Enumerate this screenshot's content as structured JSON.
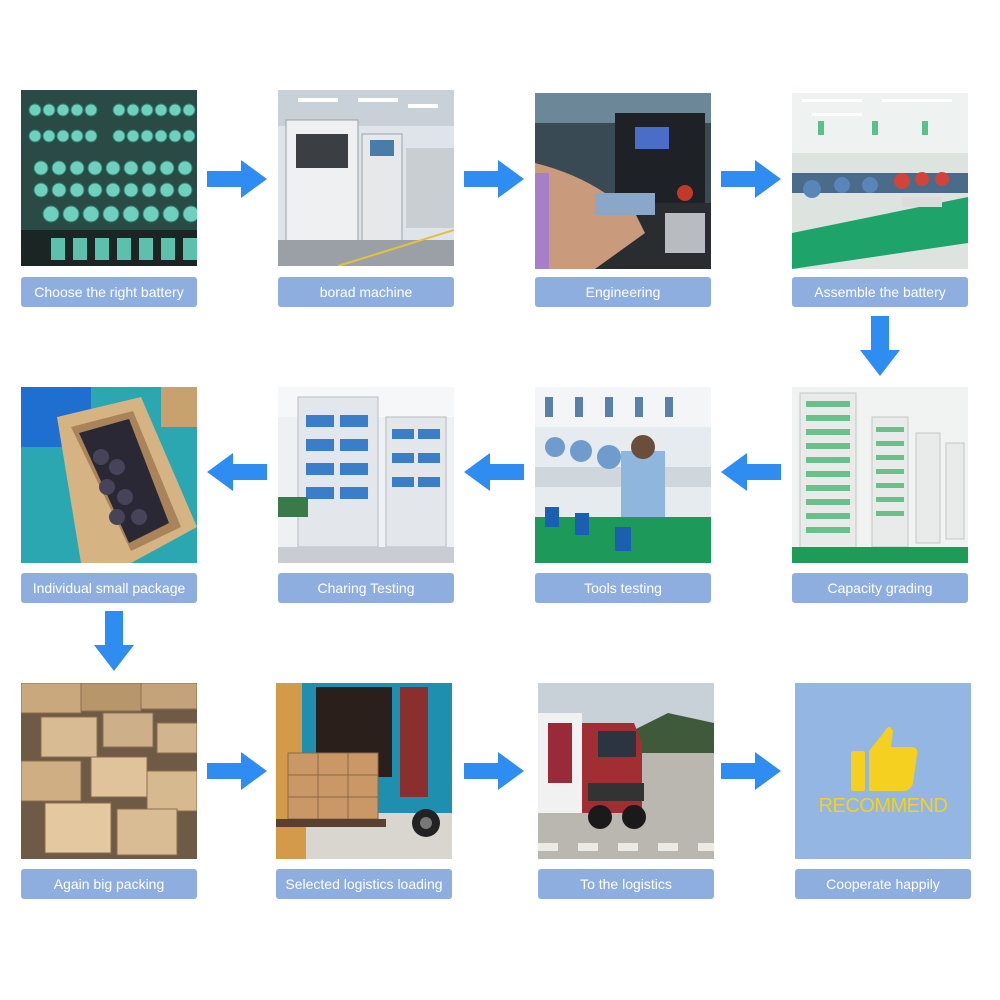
{
  "colors": {
    "label_bg": "#8eaee0",
    "arrow": "#2f8cf0",
    "badge_bg": "#93b6e2",
    "badge_text": "#f5d020"
  },
  "steps": [
    {
      "label": "Choose the right battery",
      "photo": "battery-cells-photo"
    },
    {
      "label": "borad machine",
      "photo": "board-machine-photo"
    },
    {
      "label": "Engineering",
      "photo": "engineering-photo"
    },
    {
      "label": "Assemble the battery",
      "photo": "assembly-line-photo"
    },
    {
      "label": "Capacity grading",
      "photo": "capacity-grading-photo"
    },
    {
      "label": "Tools testing",
      "photo": "tools-testing-photo"
    },
    {
      "label": "Charing Testing",
      "photo": "charging-testing-photo"
    },
    {
      "label": "Individual small package",
      "photo": "small-package-photo"
    },
    {
      "label": "Again big packing",
      "photo": "big-packing-photo"
    },
    {
      "label": "Selected logistics loading",
      "photo": "logistics-loading-photo"
    },
    {
      "label": "To the logistics",
      "photo": "truck-photo"
    },
    {
      "label": "Cooperate happily",
      "photo": "recommend-badge"
    }
  ],
  "badge": {
    "text": "RECOMMEND",
    "icon": "thumbs-up-icon"
  },
  "arrows": [
    "arrow-right-icon",
    "arrow-down-icon",
    "arrow-left-icon"
  ]
}
